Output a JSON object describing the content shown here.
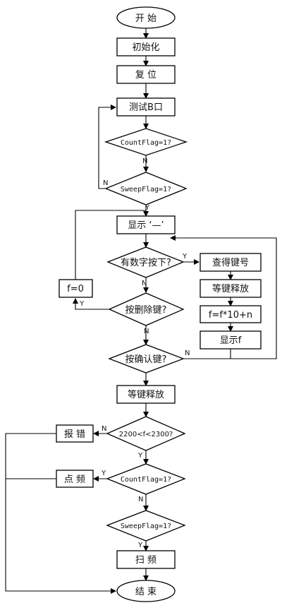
{
  "nodes": {
    "start": "开  始",
    "init": "初始化",
    "reset": "复  位",
    "test_b": "测试B口",
    "count_flag_1": "CountFlag=1?",
    "sweep_flag_1": "SweepFlag=1?",
    "display_dash": "显示 ‘—’",
    "digit_pressed": "有数字按下?",
    "get_key": "查得键号",
    "wait_release_1": "等键释放",
    "calc_f": "f=f*10+n",
    "display_f": "显示f",
    "f_zero": "f=0",
    "delete_pressed": "按删除键?",
    "confirm_pressed": "按确认键?",
    "wait_release_2": "等键释放",
    "range_check": "2200<f<2300?",
    "error": "报  错",
    "count_flag_2": "CountFlag=1?",
    "spot_freq": "点  频",
    "sweep_flag_2": "SweepFlag=1?",
    "sweep_freq": "扫   频",
    "end": "结  束"
  },
  "labels": {
    "n_test": "N",
    "n_count1": "N",
    "y_sweep1": "Y",
    "y_digit": "Y",
    "n_digit": "N",
    "y_delete": "Y",
    "n_delete": "N",
    "n_confirm": "N",
    "n_range": "N",
    "y_range": "Y",
    "y_count2": "Y",
    "n_count2": "N",
    "y_sweep2": "Y"
  }
}
